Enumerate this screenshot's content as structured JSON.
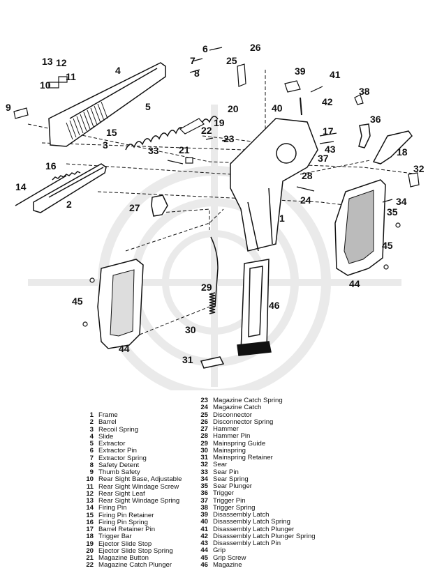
{
  "parts_left": [
    {
      "num": "1",
      "name": "Frame"
    },
    {
      "num": "2",
      "name": "Barrel"
    },
    {
      "num": "3",
      "name": "Recoil Spring"
    },
    {
      "num": "4",
      "name": "Slide"
    },
    {
      "num": "5",
      "name": "Extractor"
    },
    {
      "num": "6",
      "name": "Extractor Pin"
    },
    {
      "num": "7",
      "name": "Extractor Spring"
    },
    {
      "num": "8",
      "name": "Safety Detent"
    },
    {
      "num": "9",
      "name": "Thumb Safety"
    },
    {
      "num": "10",
      "name": "Rear Sight Base, Adjustable"
    },
    {
      "num": "11",
      "name": "Rear Sight Windage Screw"
    },
    {
      "num": "12",
      "name": "Rear Sight Leaf"
    },
    {
      "num": "13",
      "name": "Rear Sight Windage Spring"
    },
    {
      "num": "14",
      "name": "Firing Pin"
    },
    {
      "num": "15",
      "name": "Firing Pin Retainer"
    },
    {
      "num": "16",
      "name": "Firing Pin Spring"
    },
    {
      "num": "17",
      "name": "Barrel Retainer Pin"
    },
    {
      "num": "18",
      "name": "Trigger Bar"
    },
    {
      "num": "19",
      "name": "Ejector Slide Stop"
    },
    {
      "num": "20",
      "name": "Ejector Slide Stop Spring"
    },
    {
      "num": "21",
      "name": "Magazine Button"
    },
    {
      "num": "22",
      "name": "Magazine Catch Plunger"
    }
  ],
  "parts_right": [
    {
      "num": "23",
      "name": "Magazine Catch Spring"
    },
    {
      "num": "24",
      "name": "Magazine Catch"
    },
    {
      "num": "25",
      "name": "Disconnector"
    },
    {
      "num": "26",
      "name": "Disconnector Spring"
    },
    {
      "num": "27",
      "name": "Hammer"
    },
    {
      "num": "28",
      "name": "Hammer Pin"
    },
    {
      "num": "29",
      "name": "Mainspring Guide"
    },
    {
      "num": "30",
      "name": "Mainspring"
    },
    {
      "num": "31",
      "name": "Mainspring Retainer"
    },
    {
      "num": "32",
      "name": "Sear"
    },
    {
      "num": "33",
      "name": "Sear Pin"
    },
    {
      "num": "34",
      "name": "Sear Spring"
    },
    {
      "num": "35",
      "name": "Sear Plunger"
    },
    {
      "num": "36",
      "name": "Trigger"
    },
    {
      "num": "37",
      "name": "Trigger Pin"
    },
    {
      "num": "38",
      "name": "Trigger Spring"
    },
    {
      "num": "39",
      "name": "Disassembly Latch"
    },
    {
      "num": "40",
      "name": "Disassembly Latch Spring"
    },
    {
      "num": "41",
      "name": "Disassembly Latch Plunger"
    },
    {
      "num": "42",
      "name": "Disassembly Latch Plunger Spring"
    },
    {
      "num": "43",
      "name": "Disassembly Latch Pin"
    },
    {
      "num": "44",
      "name": "Grip"
    },
    {
      "num": "45",
      "name": "Grip Screw"
    },
    {
      "num": "46",
      "name": "Magazine"
    }
  ],
  "callouts": [
    "1",
    "2",
    "3",
    "4",
    "5",
    "6",
    "7",
    "8",
    "9",
    "10",
    "11",
    "12",
    "13",
    "14",
    "15",
    "16",
    "17",
    "18",
    "19",
    "20",
    "21",
    "22",
    "23",
    "24",
    "25",
    "26",
    "27",
    "28",
    "29",
    "30",
    "31",
    "32",
    "33",
    "34",
    "35",
    "36",
    "37",
    "38",
    "39",
    "40",
    "41",
    "42",
    "43",
    "44",
    "45",
    "45",
    "44",
    "45",
    "46"
  ]
}
